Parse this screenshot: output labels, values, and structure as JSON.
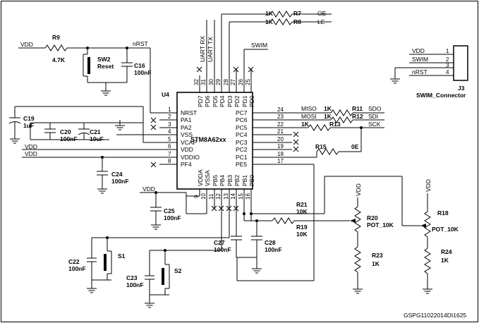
{
  "ic": {
    "ref": "U4",
    "part": "STM8A62xx",
    "left_pins": [
      {
        "num": "1",
        "name": "NRST"
      },
      {
        "num": "2",
        "name": "PA1"
      },
      {
        "num": "3",
        "name": "PA2"
      },
      {
        "num": "4",
        "name": "VSS"
      },
      {
        "num": "5",
        "name": "VCAP"
      },
      {
        "num": "6",
        "name": "VDD"
      },
      {
        "num": "7",
        "name": "VDDIO"
      },
      {
        "num": "8",
        "name": "PF4"
      }
    ],
    "right_pins": [
      {
        "num": "24",
        "name": "PC7"
      },
      {
        "num": "23",
        "name": "PC6"
      },
      {
        "num": "22",
        "name": "PC5"
      },
      {
        "num": "21",
        "name": "PC4"
      },
      {
        "num": "20",
        "name": "PC3"
      },
      {
        "num": "19",
        "name": "PC2"
      },
      {
        "num": "18",
        "name": "PC1"
      },
      {
        "num": "17",
        "name": "PE5"
      }
    ],
    "top_pins": [
      {
        "num": "32",
        "name": "PD7"
      },
      {
        "num": "31",
        "name": "PD6"
      },
      {
        "num": "30",
        "name": "PD5"
      },
      {
        "num": "29",
        "name": "PD4"
      },
      {
        "num": "28",
        "name": "PD3"
      },
      {
        "num": "27",
        "name": "PD2"
      },
      {
        "num": "26",
        "name": "PD1"
      },
      {
        "num": "25",
        "name": "PD0"
      }
    ],
    "bottom_pins": [
      {
        "num": "9",
        "name": "VDDA"
      },
      {
        "num": "10",
        "name": "VSSA"
      },
      {
        "num": "11",
        "name": "PB5"
      },
      {
        "num": "12",
        "name": "PB4"
      },
      {
        "num": "13",
        "name": "PB3"
      },
      {
        "num": "14",
        "name": "PB2"
      },
      {
        "num": "15",
        "name": "PB1"
      },
      {
        "num": "16",
        "name": "PB0"
      }
    ]
  },
  "nets": {
    "vdd": "VDD",
    "nrst": "nRST",
    "swim": "SWIM",
    "uart_rx": "UART RX",
    "uart_tx": "UART TX",
    "oe": "OE",
    "le": "LE",
    "sdo": "SDO",
    "sdi": "SDI",
    "sck": "SCK",
    "miso": "MISO",
    "mosi": "MOSI"
  },
  "components": {
    "r9": {
      "ref": "R9",
      "value": "4.7K"
    },
    "sw2": {
      "ref": "SW2",
      "label": "Reset"
    },
    "c16": {
      "ref": "C16",
      "value": "100nF"
    },
    "c19": {
      "ref": "C19",
      "value": "1uF"
    },
    "c20": {
      "ref": "C20",
      "value": "100nF"
    },
    "c21": {
      "ref": "C21",
      "value": "10uF"
    },
    "c24": {
      "ref": "C24",
      "value": "100nF"
    },
    "c25": {
      "ref": "C25",
      "value": "100nF"
    },
    "r7": {
      "ref": "R7",
      "value": "1K"
    },
    "r8": {
      "ref": "R8",
      "value": "1K"
    },
    "r11": {
      "ref": "R11",
      "value": "1K"
    },
    "r12": {
      "ref": "R12",
      "value": "1K"
    },
    "r13": {
      "ref": "R13",
      "value": "1K"
    },
    "r15": {
      "ref": "R15",
      "value": "0E"
    },
    "r21": {
      "ref": "R21",
      "value": "10K"
    },
    "r19": {
      "ref": "R19",
      "value": "10K"
    },
    "c27": {
      "ref": "C27",
      "value": "100nF"
    },
    "c28": {
      "ref": "C28",
      "value": "100nF"
    },
    "c22": {
      "ref": "C22",
      "value": "100nF"
    },
    "s1": {
      "ref": "S1"
    },
    "c23": {
      "ref": "C23",
      "value": "100nF"
    },
    "s2": {
      "ref": "S2"
    },
    "r20": {
      "ref": "R20",
      "value": "POT_10K"
    },
    "r23": {
      "ref": "R23",
      "value": "1K"
    },
    "r18": {
      "ref": "R18",
      "value": "POT_10K"
    },
    "r24": {
      "ref": "R24",
      "value": "1K"
    }
  },
  "connector": {
    "ref": "J3",
    "name": "SWIM_Connector",
    "pins": [
      {
        "num": "1",
        "net": "VDD"
      },
      {
        "num": "2",
        "net": "SWIM"
      },
      {
        "num": "3",
        "net": ""
      },
      {
        "num": "4",
        "net": "nRST"
      }
    ]
  },
  "figure_id": "GSPG11022014DI1625"
}
